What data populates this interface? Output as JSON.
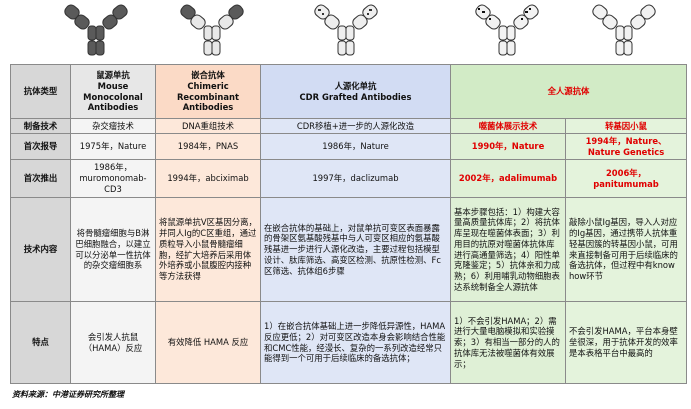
{
  "header_row": {
    "label": "抗体类型",
    "murine": [
      "鼠源单抗",
      "Mouse",
      "Monocolonal",
      "Antibodies"
    ],
    "chimeric": [
      "嵌合抗体",
      "Chimeric Recombinant",
      "Antibodies"
    ],
    "humanized": [
      "人源化单抗",
      "CDR Grafted Antibodies"
    ],
    "human": "全人源抗体"
  },
  "technique_row": {
    "label": "制备技术",
    "murine": "杂交瘤技术",
    "chimeric": "DNA重组技术",
    "humanized": "CDR移植+进一步的人源化改造",
    "phage": "噬菌体展示技术",
    "transgenic": "转基因小鼠"
  },
  "first_report_row": {
    "label": "首次报导",
    "murine": "1975年，Nature",
    "chimeric": "1984年，PNAS",
    "humanized": "1986年，Nature",
    "phage": "1990年，Nature",
    "transgenic": [
      "1994年，Nature、",
      "Nature Genetics"
    ]
  },
  "first_launch_row": {
    "label": "首次推出",
    "murine": [
      "1986年，",
      "muromonomab-",
      "CD3"
    ],
    "chimeric": "1994年，abciximab",
    "humanized": "1997年，daclizumab",
    "phage": "2002年，adalimumab",
    "transgenic": [
      "2006年，",
      "panitumumab"
    ]
  },
  "tech_content_row": {
    "label": "技术内容",
    "murine": "将骨髓瘤细胞与B淋巴细胞融合，以建立可以分泌单一性抗体的杂交瘤细胞系",
    "chimeric": "将鼠源单抗V区基因分离，并同人Ig的C区重组，通过质粒导入小鼠骨髓瘤细胞，经扩大培养后采用体外培养或小鼠腹腔内接种等方法获得",
    "humanized": "在嵌合抗体的基础上，对鼠单抗可变区表面暴露的骨架区氨基酸残基中与人可变区相应的氨基酸残基进一步进行人源化改造，主要过程包括模型设计、肽库筛选、高变区检测、抗原性检测、Fc区筛选、抗体组6步骤",
    "phage": "基本步骤包括：1）构建大容量高质量抗体库；2）将抗体库呈现在噬菌体表面；3）利用目的抗原对噬菌体抗体库进行高通量筛选；4）阳性单克隆鉴定；5）抗体亲和力成熟；6）利用哺乳动物细胞表达系统制备全人源抗体",
    "transgenic": "敲除小鼠Ig基因，导入人对应的Ig基因，通过携带人抗体重轻基因簇的转基因小鼠，可用来直接制备可用于后续临床的备选抗体，但过程中有know how环节"
  },
  "features_row": {
    "label": "特点",
    "murine": "会引发人抗鼠（HAMA）反应",
    "chimeric": "有效降低 HAMA 反应",
    "humanized": "1）在嵌合抗体基础上进一步降低异源性，HAMA反应更低；2）对可变区改造本身会影响结合性能和CMC性能，经漫长、复杂的一系列改造经常只能得到一个可用于后续临床的备选抗体；",
    "phage": "1）不会引发HAMA；2）需进行大量电脑模拟和实验摸索；3）有相当一部分的人的抗体库无法被噬菌体有效展示；",
    "transgenic": "不会引发HAMA，平台本身壁垒很深，用于抗体开发的效率是本表格平台中最高的"
  },
  "source_note": "资料来源：中港证券研究所整理",
  "colors": {
    "accent_red": "#e00000",
    "chimeric_bg": "#fde8da",
    "humanized_bg": "#dfe6f6",
    "human_bg": "#dff0d6",
    "row_label_bg": "#d7d7d7"
  }
}
